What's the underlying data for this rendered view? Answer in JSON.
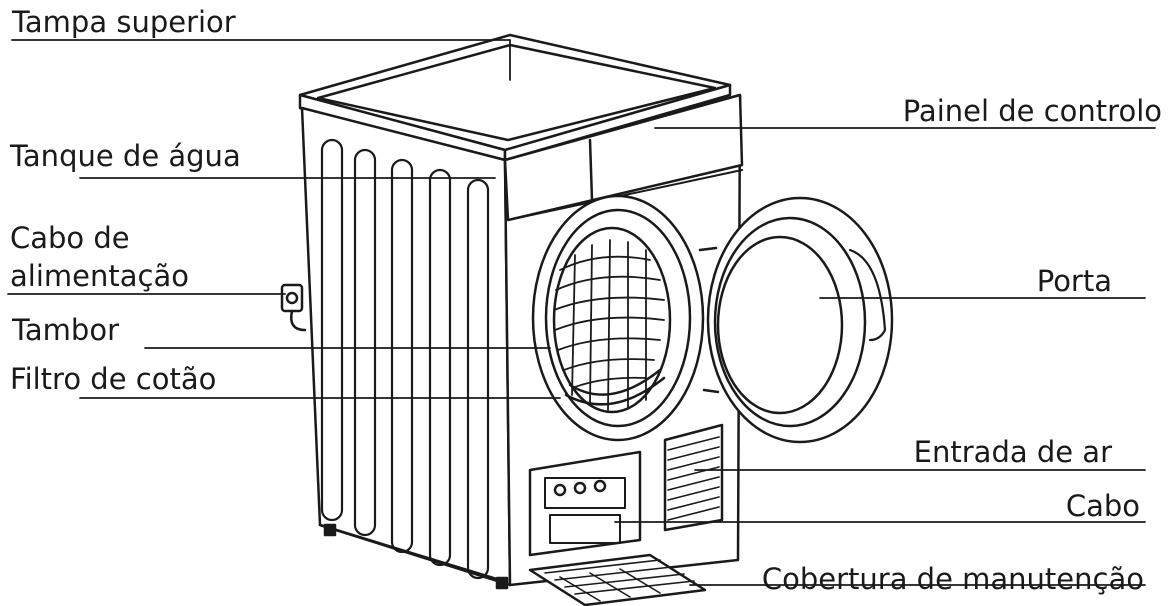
{
  "labels": {
    "tampa_superior": "Tampa superior",
    "tanque_de_agua": "Tanque de água",
    "cabo_alimentacao_1": "Cabo de",
    "cabo_alimentacao_2": "alimentação",
    "tambor": "Tambor",
    "filtro_de_cotao": "Filtro de cotão",
    "painel_de_controlo": "Painel de controlo",
    "porta": "Porta",
    "entrada_de_ar": "Entrada de ar",
    "cabo": "Cabo",
    "cobertura_de_manutencao": "Cobertura de manutenção"
  },
  "colors": {
    "ink": "#1a1a1a",
    "background": "#ffffff"
  }
}
